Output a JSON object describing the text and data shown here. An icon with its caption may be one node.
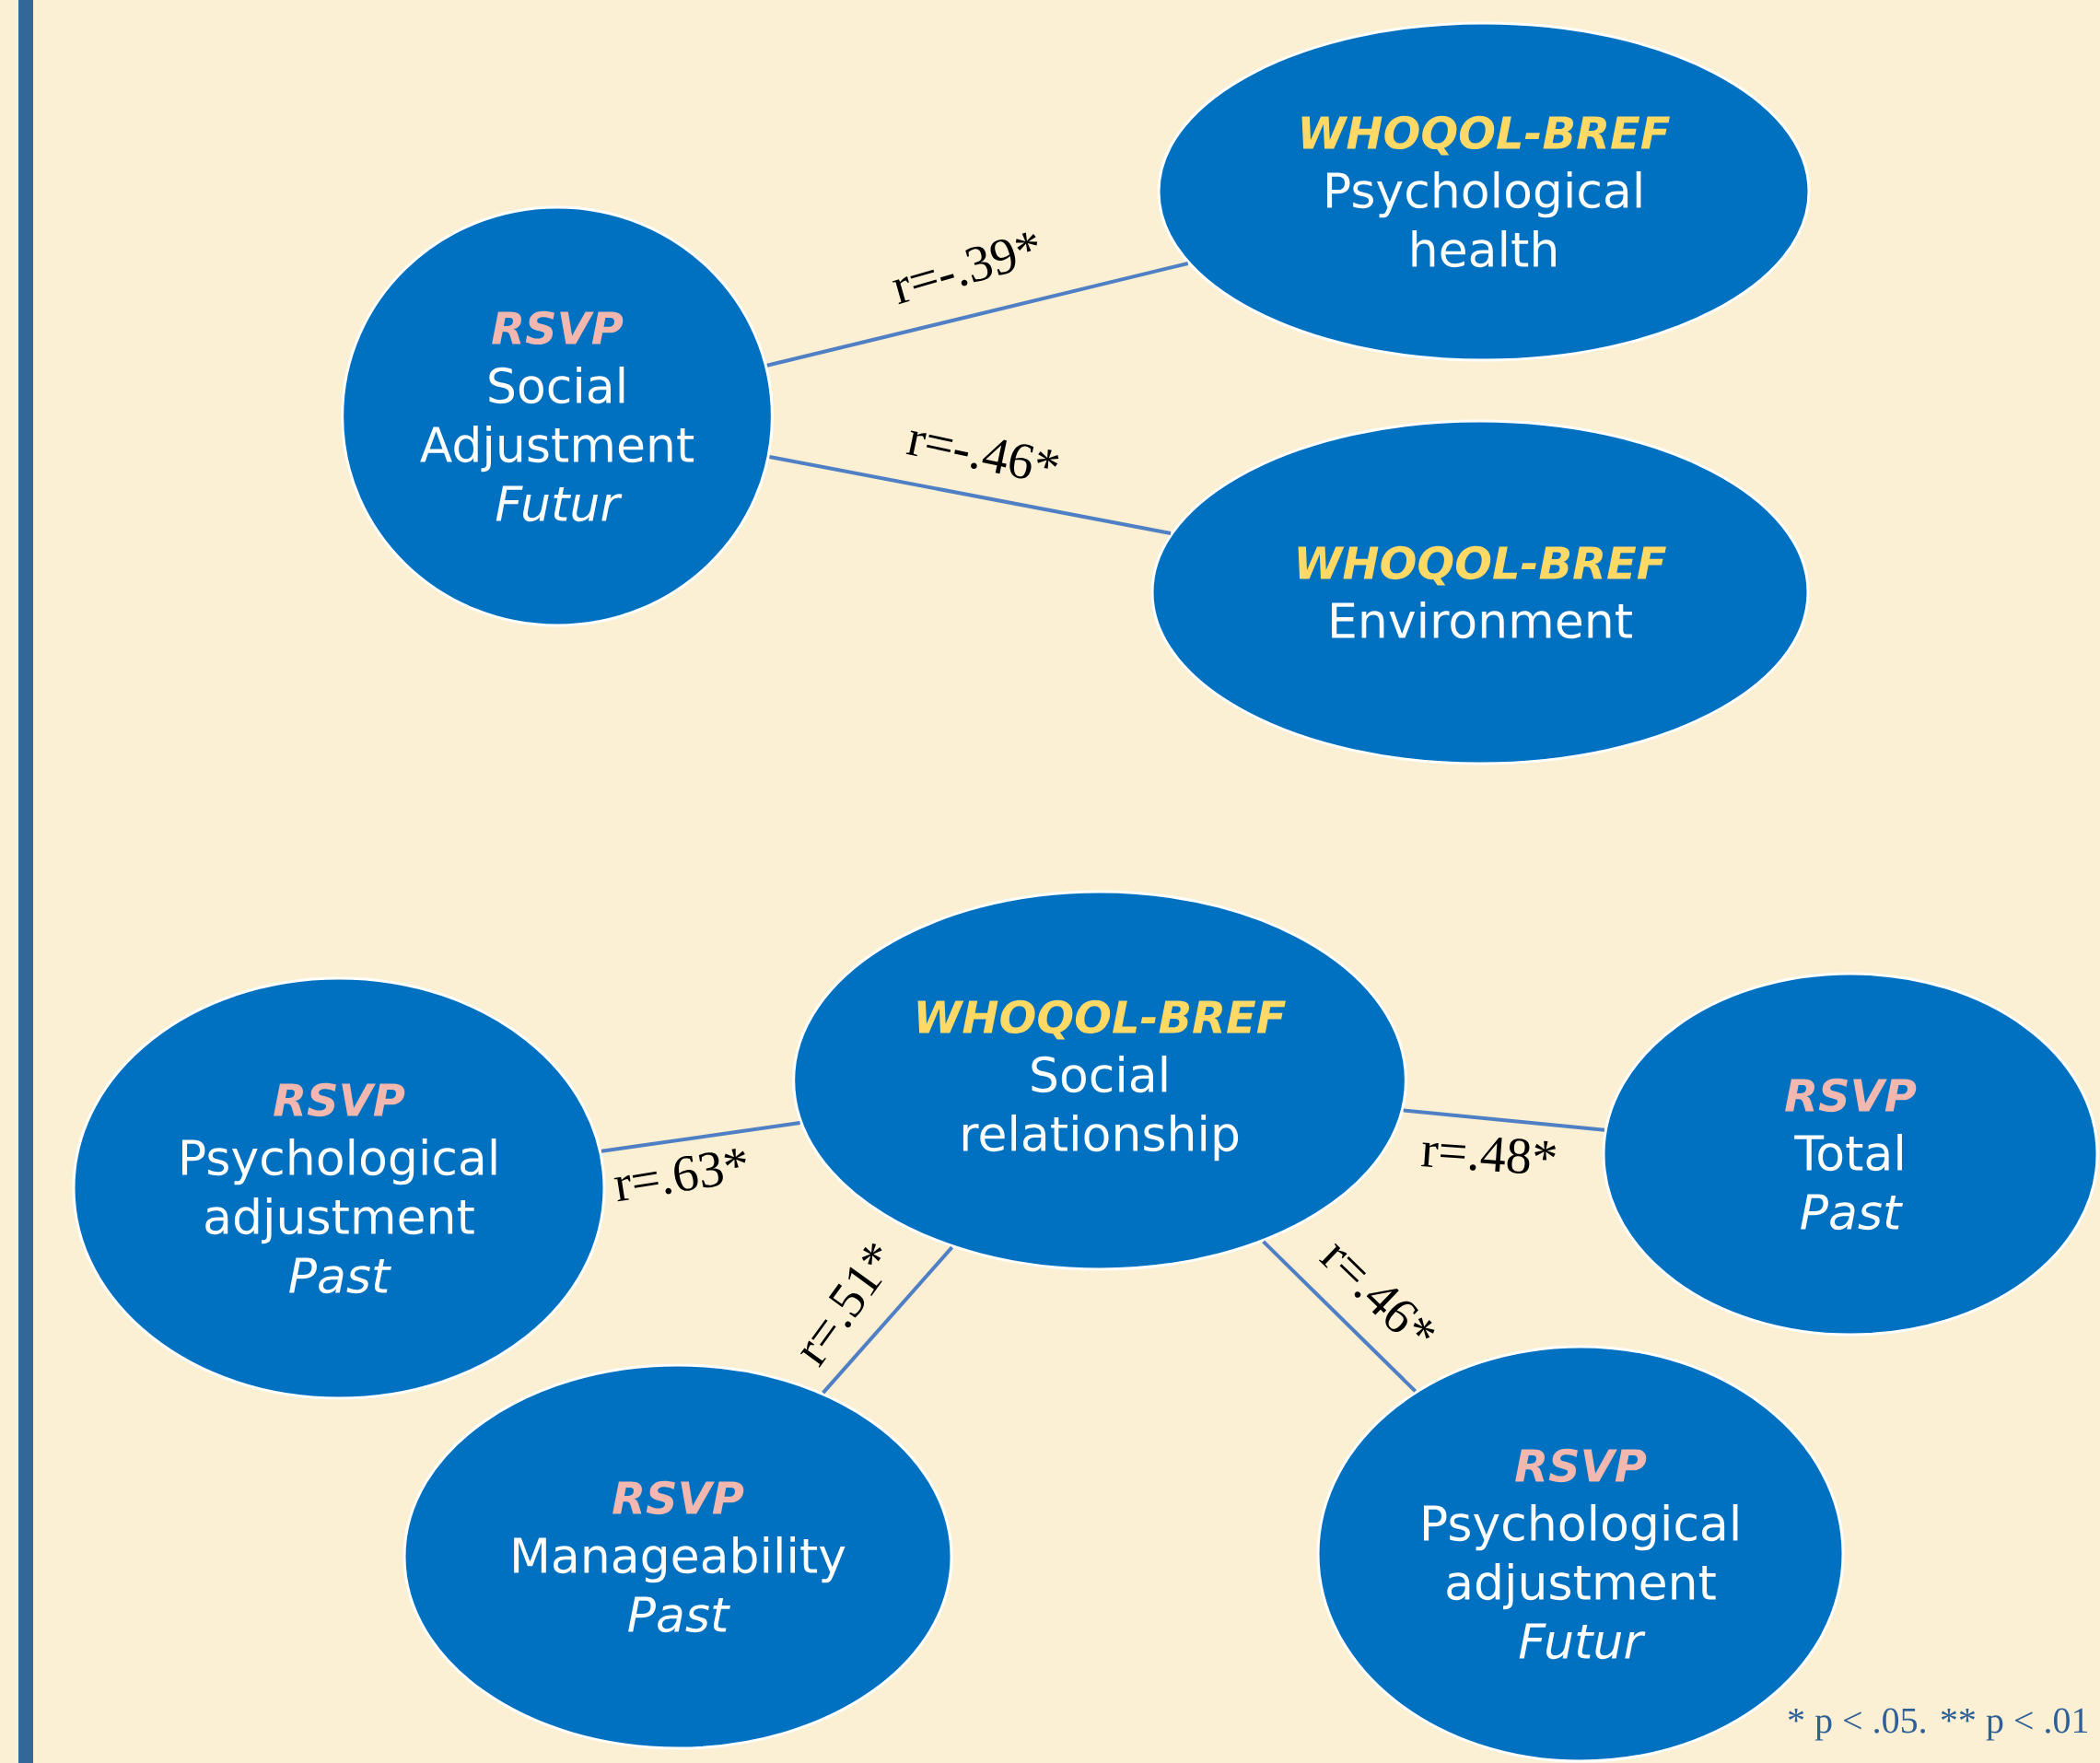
{
  "diagram": {
    "nodes": [
      {
        "text": [
          "RSVP",
          "Social Adjustment",
          "Futur"
        ]
      },
      {
        "text": [
          "WHOQOL-BREF",
          "Psychological health"
        ]
      },
      {
        "text": [
          "WHOQOL-BREF",
          "Environment"
        ]
      },
      {
        "text": [
          "WHOQOL-BREF",
          "Social relationship"
        ]
      },
      {
        "text": [
          "RSVP",
          "Psychological adjustment",
          "Past"
        ]
      },
      {
        "text": [
          "RSVP",
          "Total",
          "Past"
        ]
      },
      {
        "text": [
          "RSVP",
          "Manageability",
          "Past"
        ]
      },
      {
        "text": [
          "RSVP",
          "Psychological adjustment",
          "Futur"
        ]
      }
    ],
    "edges": [
      {
        "from": 0,
        "to": 1,
        "arrow": "none",
        "label": "r=-.39*"
      },
      {
        "from": 0,
        "to": 2,
        "arrow": "none",
        "label": "r=-.46*"
      },
      {
        "from": 3,
        "to": 4,
        "arrow": "none",
        "label": "r=.63*"
      },
      {
        "from": 3,
        "to": 5,
        "arrow": "none",
        "label": "r=.48*"
      },
      {
        "from": 3,
        "to": 6,
        "arrow": "none",
        "label": "r=.51*"
      },
      {
        "from": 3,
        "to": 7,
        "arrow": "none",
        "label": "r=.46*"
      }
    ],
    "labels": [
      "* p < .05. ** p < .01"
    ]
  }
}
